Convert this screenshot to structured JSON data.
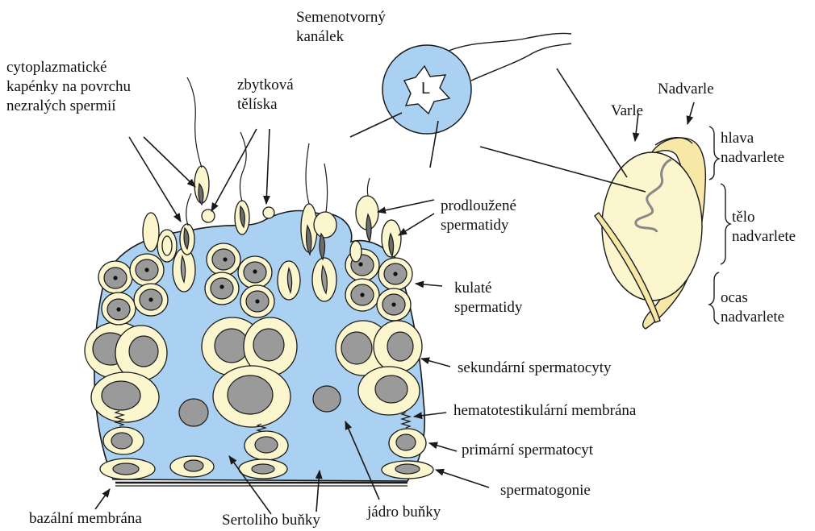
{
  "colors": {
    "sertoli": "#aad1f2",
    "germ_cell": "#fbf6cd",
    "nucleus": "#9a9a9a",
    "tubule": "#aad1f2",
    "testis": "#fbf6cd",
    "epididymis": "#f7e8a8",
    "outline": "#1a1a1a"
  },
  "labels": {
    "tubule": "Semenotvorný\nkanálek",
    "lumen": "L",
    "droplets": "cytoplazmatické\nkapénky na povrchu\nnezralých spermií",
    "residual": "zbytková\ntělíska",
    "elongated": "prodloužené\nspermatidy",
    "round": "kulaté\nspermatidy",
    "secondary": "sekundární spermatocyty",
    "blood_testis": "hematotestikulární membrána",
    "primary": "primární spermatocyt",
    "spermatogonia": "spermatogonie",
    "basal": "bazální membrána",
    "sertoli": "Sertoliho buňky",
    "nucleus": "jádro buňky",
    "testis": "Varle",
    "epididymis": "Nadvarle",
    "head": "hlava\nnadvarlete",
    "body": "tělo\nnadvarlete",
    "tail": "ocas\nnadvarlete"
  }
}
